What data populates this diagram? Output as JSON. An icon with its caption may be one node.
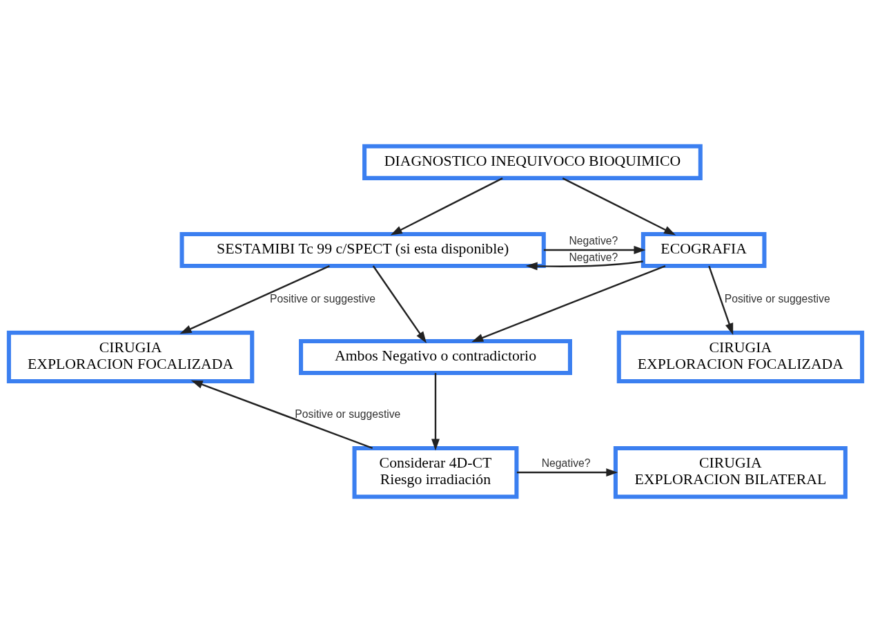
{
  "diagram": {
    "nodes": [
      {
        "text": [
          "DIAGNOSTICO INEQUIVOCO BIOQUIMICO"
        ]
      },
      {
        "text": [
          "SESTAMIBI Tc 99 c/SPECT (si esta disponible)"
        ]
      },
      {
        "text": [
          "ECOGRAFIA"
        ]
      },
      {
        "text": [
          "CIRUGIA",
          "EXPLORACION FOCALIZADA"
        ]
      },
      {
        "text": [
          "Ambos Negativo o contradictorio"
        ]
      },
      {
        "text": [
          "CIRUGIA",
          "EXPLORACION FOCALIZADA"
        ]
      },
      {
        "text": [
          "Considerar 4D-CT",
          "Riesgo irradiación"
        ]
      },
      {
        "text": [
          "CIRUGIA",
          "EXPLORACION BILATERAL"
        ]
      }
    ],
    "edges": [
      {
        "from": 0,
        "to": 1,
        "arrow": "to"
      },
      {
        "from": 0,
        "to": 2,
        "arrow": "to"
      },
      {
        "from": 1,
        "to": 2,
        "arrow": "to",
        "label": "Negative?"
      },
      {
        "from": 2,
        "to": 1,
        "arrow": "to",
        "label": "Negative?"
      },
      {
        "from": 1,
        "to": 3,
        "arrow": "to",
        "label": "Positive or suggestive"
      },
      {
        "from": 1,
        "to": 4,
        "arrow": "to"
      },
      {
        "from": 2,
        "to": 4,
        "arrow": "to"
      },
      {
        "from": 2,
        "to": 5,
        "arrow": "to",
        "label": "Positive or suggestive"
      },
      {
        "from": 4,
        "to": 6,
        "arrow": "to"
      },
      {
        "from": 6,
        "to": 3,
        "arrow": "to",
        "label": "Positive or suggestive"
      },
      {
        "from": 6,
        "to": 7,
        "arrow": "to",
        "label": "Negative?"
      }
    ]
  }
}
